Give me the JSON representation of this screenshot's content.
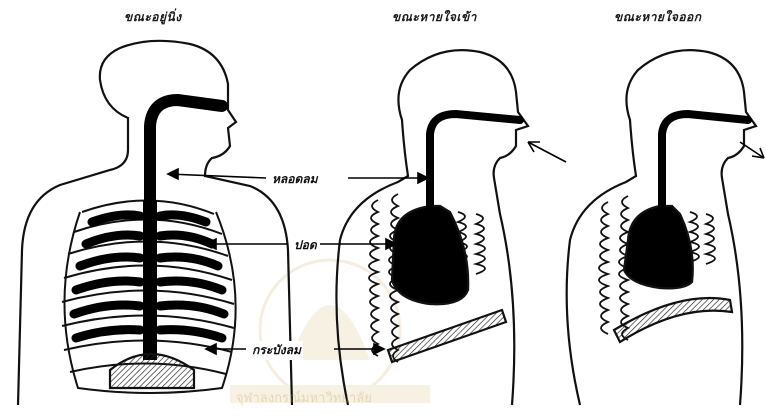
{
  "captions": {
    "rest": "ขณะอยู่นิ่ง",
    "inhale": "ขณะหายใจเข้า",
    "exhale": "ขณะหายใจออก"
  },
  "labels": {
    "trachea": "หลอดลม",
    "lung": "ปอด",
    "diaphragm": "กระบังลม"
  },
  "watermark": "จุฬาลงกรณ์มหาวิทยาลัย"
}
